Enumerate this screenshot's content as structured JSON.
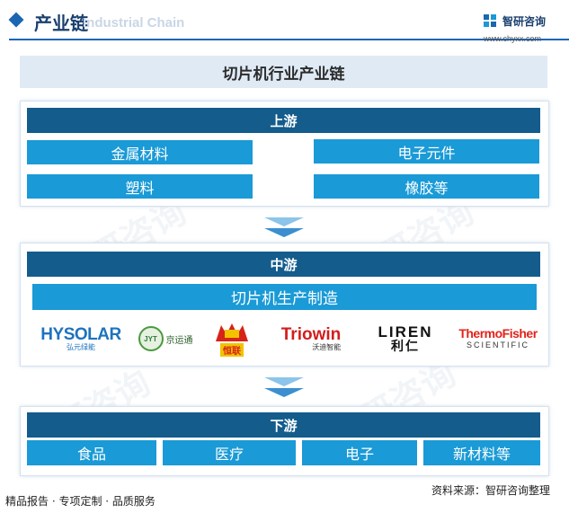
{
  "header": {
    "title": "产业链",
    "subtitle": "Industrial Chain",
    "brand_name": "智研咨询",
    "brand_url": "www.chyxx.com"
  },
  "diagram": {
    "title": "切片机行业产业链",
    "upstream": {
      "label": "上游",
      "items": [
        "金属材料",
        "电子元件",
        "塑料",
        "橡胶等"
      ]
    },
    "midstream": {
      "label": "中游",
      "item": "切片机生产制造",
      "logos": {
        "hysolar_main": "HYSOLAR",
        "hysolar_sub": "弘元绿能",
        "jyt_mark": "JYT",
        "jyt_name": "京运通",
        "henglian_name": "恒联",
        "triowin_main": "Triowin",
        "triowin_sub": "沃迪智能",
        "liren_main": "LIREN",
        "liren_sub": "利仁",
        "thermo_main": "ThermoFisher",
        "thermo_sub": "SCIENTIFIC"
      }
    },
    "downstream": {
      "label": "下游",
      "items": [
        "食品",
        "医疗",
        "电子",
        "新材料等"
      ]
    }
  },
  "watermark": {
    "text": "智研咨询"
  },
  "footer": {
    "left": "精品报告 · 专项定制 · 品质服务",
    "source": "资料来源：智研咨询整理"
  },
  "colors": {
    "stage_head": "#135c8c",
    "chip": "#1a9ad6",
    "title_bg": "#dfeaf5",
    "header_line": "#1a66b3"
  }
}
